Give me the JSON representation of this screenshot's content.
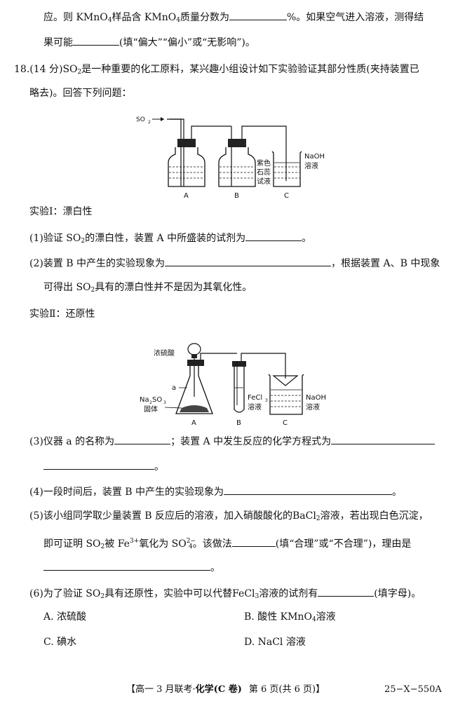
{
  "q17_tail": {
    "l1_a": "应。则 KMnO",
    "l1_sub1": "4",
    "l1_b": "样品含 KMnO",
    "l1_sub2": "4",
    "l1_c": "质量分数为",
    "l1_d": "%。如果空气进入溶液，测得结",
    "l2_a": "果可能",
    "l2_b": "(填“偏大”“偏小”或“无影响”)。"
  },
  "q18": {
    "intro1_a": "18.(14 分)SO",
    "intro1_sub": "2",
    "intro1_b": "是一种重要的化工原料，某兴趣小组设计如下实验验证其部分性质(夹持装置已",
    "intro2": "略去)。回答下列问题：",
    "fig1": {
      "so2": "SO",
      "so2_sub": "2",
      "litmus1": "紫色",
      "litmus2": "石蕊",
      "litmus3": "试液",
      "naoh": "NaOH",
      "naoh2": "溶液",
      "a": "A",
      "b": "B",
      "c": "C"
    },
    "exp1_title": "实验Ⅰ：漂白性",
    "q1_a": "(1)验证 SO",
    "q1_sub": "2",
    "q1_b": "的漂白性，装置 A 中所盛装的试剂为",
    "q1_c": "。",
    "q2_a": "(2)装置 B 中产生的实验现象为",
    "q2_b": "，根据装置 A、B 中现象",
    "q2_l2_a": "可得出 SO",
    "q2_l2_sub": "2",
    "q2_l2_b": "具有的漂白性并不是因为其氧化性。",
    "exp2_title": "实验Ⅱ：还原性",
    "fig2": {
      "acid": "浓硫酸",
      "a_label": "a",
      "solid1": "Na",
      "solid1_sub": "2",
      "solid1_b": "SO",
      "solid1_sub2": "3",
      "solid2": "固体",
      "fecl3": "FeCl",
      "fecl3_sub": "3",
      "fecl3_2": "溶液",
      "naoh": "NaOH",
      "naoh2": "溶液",
      "a": "A",
      "b": "B",
      "c": "C"
    },
    "q3_a": "(3)仪器 a 的名称为",
    "q3_b": "；装置 A 中发生反应的化学方程式为",
    "q3_c": "。",
    "q4_a": "(4)一段时间后，装置 B 中产生的实验现象为",
    "q4_b": "。",
    "q5_a": "(5)该小组同学取少量装置 B 反应后的溶液，加入硝酸酸化的BaCl",
    "q5_sub": "2",
    "q5_b": "溶液，若出现白色沉淀，",
    "q5_l2_a": "即可证明 SO",
    "q5_l2_sub": "2",
    "q5_l2_b": "被 Fe",
    "q5_l2_sup": "3+",
    "q5_l2_c": "氧化为 SO",
    "q5_l2_sup2": "2−",
    "q5_l2_sub2": "4",
    "q5_l2_d": "。该做法",
    "q5_l2_e": "(填“合理”或“不合理”)，理由是",
    "q5_l3": "。",
    "q6_a": "(6)为了验证 SO",
    "q6_sub": "2",
    "q6_b": "具有还原性，实验中可以代替FeCl",
    "q6_sub2": "3",
    "q6_c": "溶液的试剂有",
    "q6_d": "(填字母)。",
    "opt_a": "A. 浓硫酸",
    "opt_b_a": "B. 酸性 KMnO",
    "opt_b_sub": "4",
    "opt_b_b": "溶液",
    "opt_c": "C. 碘水",
    "opt_d": "D. NaCl 溶液"
  },
  "footer": {
    "left_a": "【高一 3 月联考·",
    "left_bold": "化学(C 卷)",
    "left_b": "第 6 页(共 6 页)】",
    "right": "25−X−550A"
  }
}
